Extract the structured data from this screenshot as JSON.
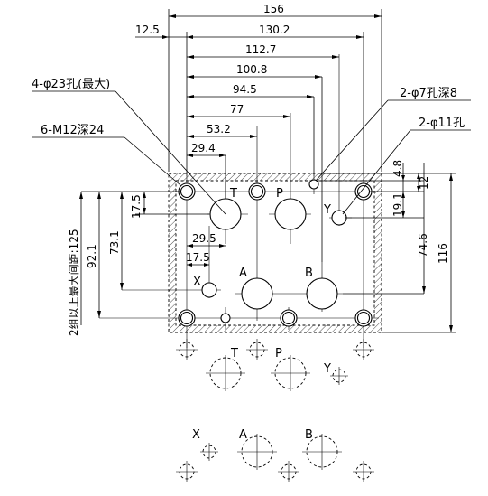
{
  "dimensions_top": {
    "d156": "156",
    "d12_5": "12.5",
    "d130_2": "130.2",
    "d112_7": "112.7",
    "d100_8": "100.8",
    "d94_5": "94.5",
    "d77": "77",
    "d53_2": "53.2",
    "d29_4": "29.4"
  },
  "dimensions_inner": {
    "d29_5": "29.5",
    "d17_5_x": "17.5"
  },
  "dimensions_left": {
    "d17_5": "17.5",
    "d73_1": "73.1",
    "d92_1": "92.1",
    "d125": "2组以上最大间距:125"
  },
  "dimensions_right": {
    "d4_8": "4.8",
    "d12": "12",
    "d19_1": "19.1",
    "d74_6": "74.6",
    "d116": "116"
  },
  "callouts": {
    "holes_23": "4-φ23孔(最大)",
    "threads_m12": "6-M12深24",
    "holes_7": "2-φ7孔深8",
    "holes_11": "2-φ11孔"
  },
  "port_labels": {
    "t": "T",
    "p": "P",
    "y": "Y",
    "x": "X",
    "a": "A",
    "b": "B"
  }
}
